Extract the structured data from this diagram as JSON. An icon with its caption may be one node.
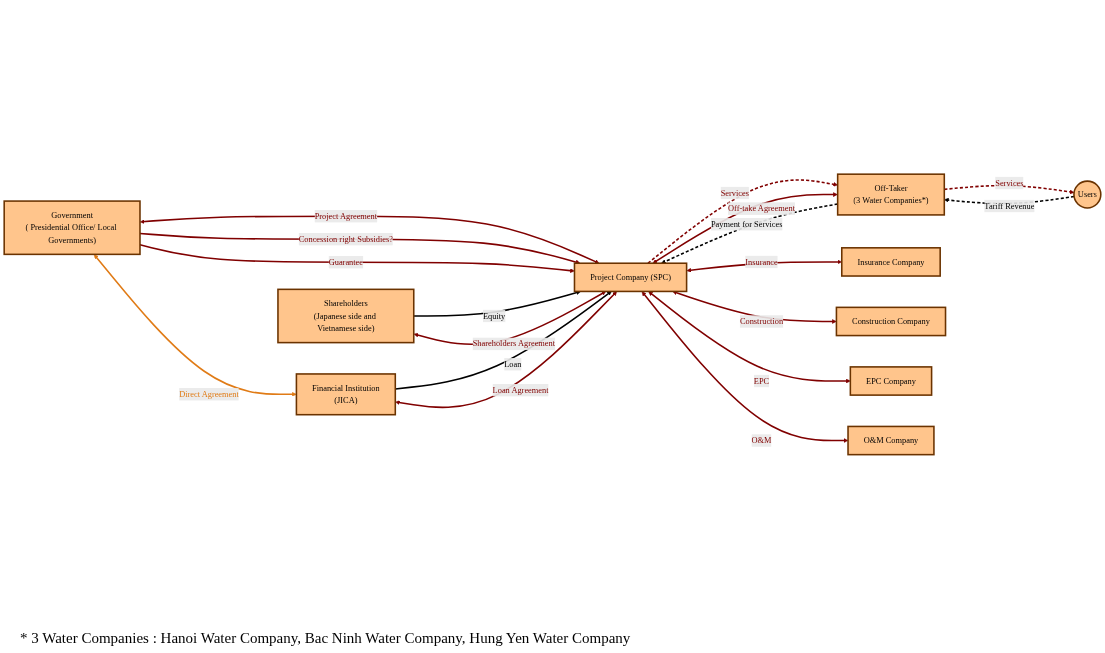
{
  "diagram": {
    "nodes": [
      {
        "text": [
          "Government",
          "( Presidential Office/ Local Governments)"
        ]
      },
      {
        "text": [
          "Users"
        ]
      },
      {
        "text": [
          "Shareholders",
          "(Japanese side and Vietnamese side)"
        ]
      },
      {
        "text": [
          "Financial Institution",
          "(JICA)"
        ]
      },
      {
        "text": [
          "Project Company (SPC)"
        ]
      },
      {
        "text": [
          "Off-Taker",
          "(3 Water Companies*)"
        ]
      },
      {
        "text": [
          "Insurance Company"
        ]
      },
      {
        "text": [
          "Construction Company"
        ]
      },
      {
        "text": [
          "EPC Company"
        ]
      },
      {
        "text": [
          "O&M Company"
        ]
      }
    ],
    "edges": [
      {
        "from": 0,
        "to": 3,
        "arrow": "both",
        "label": "Direct Agreement",
        "color": "#e07b16"
      },
      {
        "from": 0,
        "to": 4,
        "arrow": "both",
        "label": "Project Agreement"
      },
      {
        "from": 0,
        "to": 4,
        "arrow": "to",
        "label": "Concession right Subsidies?"
      },
      {
        "from": 0,
        "to": 4,
        "arrow": "to",
        "label": "Guarantee"
      },
      {
        "from": 1,
        "to": 5,
        "arrow": "to",
        "label": "Tariff Revenue",
        "style": "dashed",
        "color": "#000000"
      },
      {
        "from": 5,
        "to": 1,
        "arrow": "to",
        "label": "Services",
        "style": "dashed"
      },
      {
        "from": 2,
        "to": 4,
        "arrow": "to",
        "label": "Equity",
        "color": "#000000"
      },
      {
        "from": 2,
        "to": 4,
        "arrow": "both",
        "label": "Shareholders Agreement"
      },
      {
        "from": 3,
        "to": 4,
        "arrow": "to",
        "label": "Loan",
        "color": "#000000"
      },
      {
        "from": 3,
        "to": 4,
        "arrow": "both",
        "label": "Loan Agreement"
      },
      {
        "from": 4,
        "to": 5,
        "arrow": "to",
        "label": "Services",
        "style": "dashed"
      },
      {
        "from": 5,
        "to": 4,
        "arrow": "both",
        "label": "Off-take Agreement"
      },
      {
        "from": 5,
        "to": 4,
        "arrow": "to",
        "label": "Payment for Services",
        "style": "dashed",
        "color": "#000000"
      },
      {
        "from": 4,
        "to": 6,
        "arrow": "both",
        "label": "Insurance"
      },
      {
        "from": 4,
        "to": 7,
        "arrow": "both",
        "label": "Construction"
      },
      {
        "from": 4,
        "to": 8,
        "arrow": "both",
        "label": "EPC"
      },
      {
        "from": 4,
        "to": 9,
        "arrow": "both",
        "label": "O&M"
      }
    ],
    "labels": [
      "* 3 Water Companies : Hanoi Water Company, Bac Ninh Water Company, Hung Yen Water Company"
    ]
  }
}
